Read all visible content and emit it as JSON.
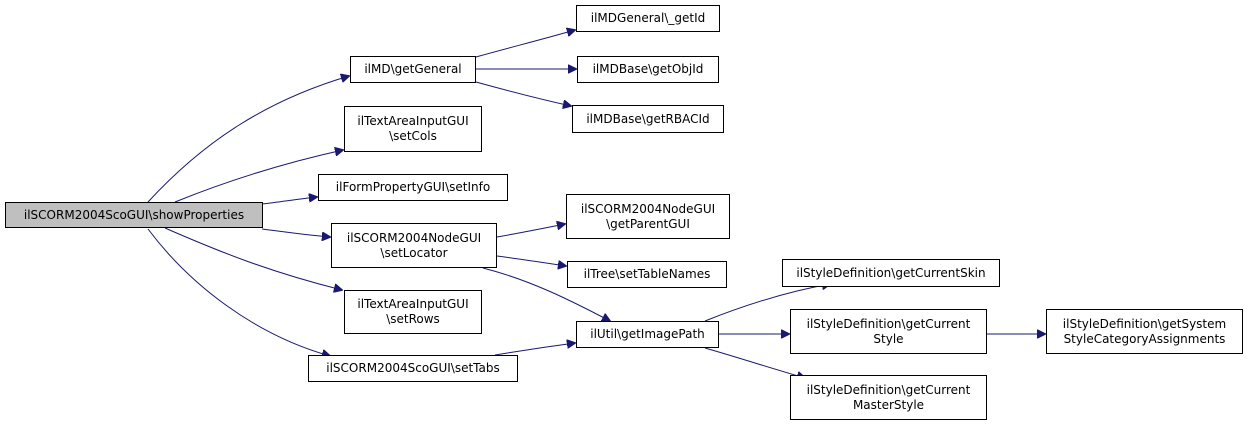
{
  "colors": {
    "edge": "#191970",
    "root_fill": "#bfbfbf",
    "node_fill": "#ffffff",
    "border": "#000000"
  },
  "nodes": [
    {
      "id": "root",
      "lines": [
        "ilSCORM2004ScoGUI\\showProperties"
      ]
    },
    {
      "id": "getGeneral",
      "lines": [
        "ilMD\\getGeneral"
      ]
    },
    {
      "id": "getId",
      "lines": [
        "ilMDGeneral\\_getId"
      ]
    },
    {
      "id": "getObjId",
      "lines": [
        "ilMDBase\\getObjId"
      ]
    },
    {
      "id": "getRBACId",
      "lines": [
        "ilMDBase\\getRBACId"
      ]
    },
    {
      "id": "setCols",
      "lines": [
        "ilTextAreaInputGUI",
        "\\setCols"
      ]
    },
    {
      "id": "setInfo",
      "lines": [
        "ilFormPropertyGUI\\setInfo"
      ]
    },
    {
      "id": "setLocator",
      "lines": [
        "ilSCORM2004NodeGUI",
        "\\setLocator"
      ]
    },
    {
      "id": "getParentGUI",
      "lines": [
        "ilSCORM2004NodeGUI",
        "\\getParentGUI"
      ]
    },
    {
      "id": "setTableNames",
      "lines": [
        "ilTree\\setTableNames"
      ]
    },
    {
      "id": "setRows",
      "lines": [
        "ilTextAreaInputGUI",
        "\\setRows"
      ]
    },
    {
      "id": "setTabs",
      "lines": [
        "ilSCORM2004ScoGUI\\setTabs"
      ]
    },
    {
      "id": "getImagePath",
      "lines": [
        "ilUtil\\getImagePath"
      ]
    },
    {
      "id": "getCurrentSkin",
      "lines": [
        "ilStyleDefinition\\getCurrentSkin"
      ]
    },
    {
      "id": "getCurrentStyle",
      "lines": [
        "ilStyleDefinition\\getCurrent",
        "Style"
      ]
    },
    {
      "id": "getCurrentMasterStyle",
      "lines": [
        "ilStyleDefinition\\getCurrent",
        "MasterStyle"
      ]
    },
    {
      "id": "getSystemStyleCategoryAssignments",
      "lines": [
        "ilStyleDefinition\\getSystem",
        "StyleCategoryAssignments"
      ]
    }
  ],
  "edges": [
    {
      "from": "root",
      "to": "getGeneral"
    },
    {
      "from": "root",
      "to": "setCols"
    },
    {
      "from": "root",
      "to": "setInfo"
    },
    {
      "from": "root",
      "to": "setLocator"
    },
    {
      "from": "root",
      "to": "setRows"
    },
    {
      "from": "root",
      "to": "setTabs"
    },
    {
      "from": "getGeneral",
      "to": "getId"
    },
    {
      "from": "getGeneral",
      "to": "getObjId"
    },
    {
      "from": "getGeneral",
      "to": "getRBACId"
    },
    {
      "from": "setLocator",
      "to": "getParentGUI"
    },
    {
      "from": "setLocator",
      "to": "setTableNames"
    },
    {
      "from": "setLocator",
      "to": "getImagePath"
    },
    {
      "from": "setTabs",
      "to": "getImagePath"
    },
    {
      "from": "getImagePath",
      "to": "getCurrentSkin"
    },
    {
      "from": "getImagePath",
      "to": "getCurrentStyle"
    },
    {
      "from": "getImagePath",
      "to": "getCurrentMasterStyle"
    },
    {
      "from": "getCurrentStyle",
      "to": "getSystemStyleCategoryAssignments"
    }
  ]
}
